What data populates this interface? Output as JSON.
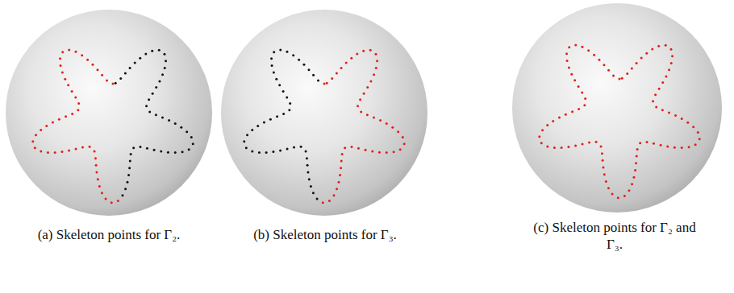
{
  "diagram": {
    "labels": [
      "(a) Skeleton points for Γ₂.",
      "(b) Skeleton points for Γ₃.",
      "(c) Skeleton points for Γ₂ and Γ₃."
    ]
  }
}
